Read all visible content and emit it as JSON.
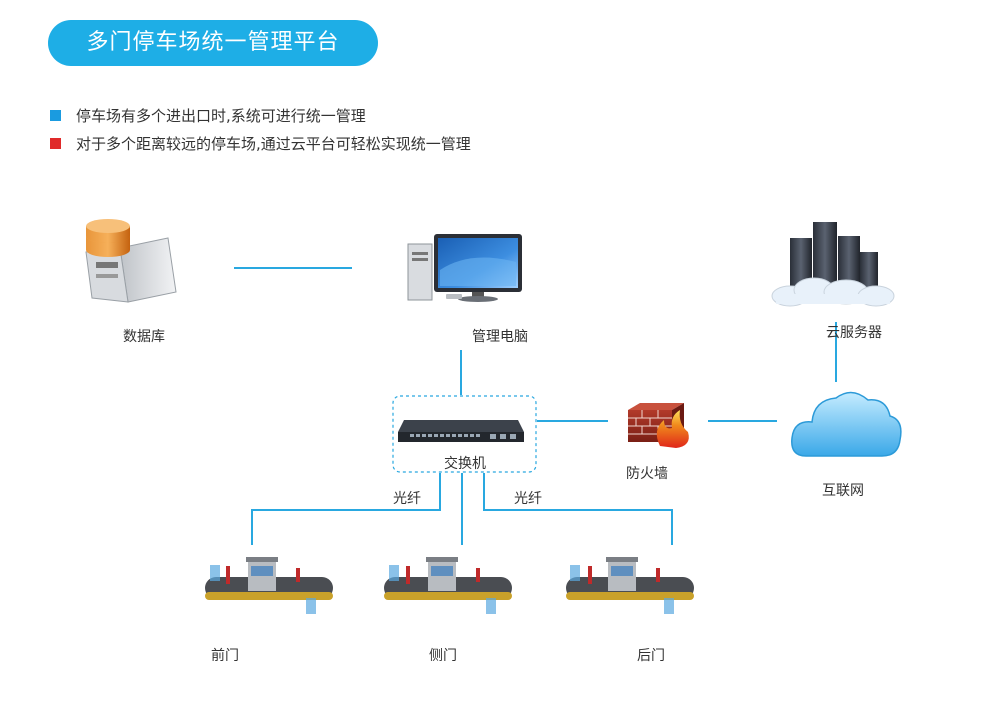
{
  "header": {
    "title": "多门停车场统一管理平台"
  },
  "bullets": [
    {
      "text": "停车场有多个进出口时,系统可进行统一管理",
      "color": "#1a9be0"
    },
    {
      "text": "对于多个距离较远的停车场,通过云平台可轻松实现统一管理",
      "color": "#e02a2a"
    }
  ],
  "nodes": {
    "database": "数据库",
    "computer": "管理电脑",
    "cloud_server": "云服务器",
    "switch": "交换机",
    "firewall": "防火墙",
    "internet": "互联网"
  },
  "links": {
    "fiber_left": "光纤",
    "fiber_right": "光纤"
  },
  "gates": {
    "front": "前门",
    "side": "侧门",
    "back": "后门"
  },
  "colors": {
    "accent": "#1eaee6",
    "line": "#29a8e0"
  }
}
